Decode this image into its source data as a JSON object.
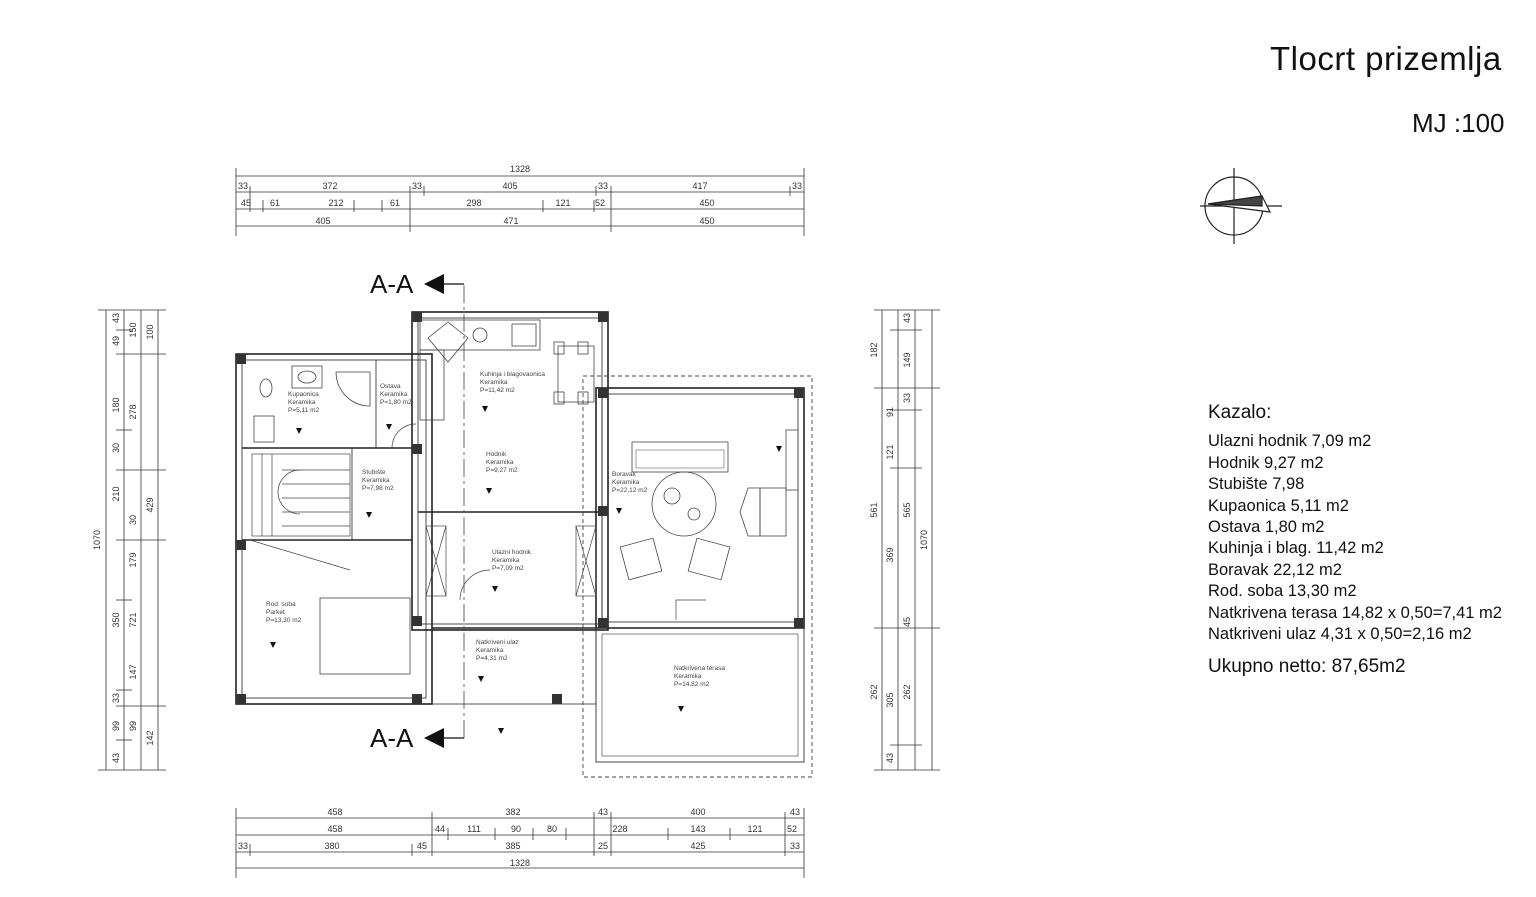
{
  "title": "Tlocrt prizemlja",
  "scale": "MJ :100",
  "section_label": "A-A",
  "legend": {
    "heading": "Kazalo:",
    "items": [
      "Ulazni hodnik 7,09 m2",
      "Hodnik 9,27 m2",
      "Stubište 7,98",
      "Kupaonica 5,11 m2",
      "Ostava 1,80 m2",
      "Kuhinja i blag. 11,42 m2",
      "Boravak 22,12 m2",
      "Rod. soba 13,30 m2",
      "Natkrivena terasa 14,82 x 0,50=7,41 m2",
      "Natkriveni ulaz 4,31 x 0,50=2,16 m2"
    ],
    "total": "Ukupno netto: 87,65m2"
  },
  "dims": {
    "top_total": "1328",
    "top_row1": [
      "33",
      "372",
      "33",
      "405",
      "33",
      "417",
      "33"
    ],
    "top_row2": [
      "45",
      "61",
      "212",
      "61",
      "298",
      "121",
      "52",
      "450"
    ],
    "top_row3": [
      "405",
      "471",
      "450"
    ],
    "bottom_row1": [
      "458",
      "382",
      "43",
      "400",
      "43"
    ],
    "bottom_row2": [
      "458",
      "44",
      "111",
      "90",
      "80",
      "228",
      "143",
      "121",
      "52"
    ],
    "bottom_row3": [
      "33",
      "380",
      "45",
      "385",
      "25",
      "425",
      "33"
    ],
    "bottom_total": "1328",
    "left_total": "1070",
    "left_row1": [
      "43",
      "49",
      "150",
      "180",
      "30",
      "210",
      "30",
      "179",
      "350",
      "147",
      "33",
      "99",
      "99",
      "43"
    ],
    "left_row2": [
      "100",
      "278",
      "429",
      "721",
      "142"
    ],
    "right_total": "1070",
    "right_row1": [
      "43",
      "149",
      "33",
      "91",
      "121",
      "565",
      "369",
      "45",
      "262",
      "305",
      "43"
    ],
    "right_row2": [
      "182",
      "561",
      "262"
    ]
  },
  "rooms": [
    {
      "name": "Kupaonica",
      "floor": "Keramika",
      "area": "P=5,11 m2"
    },
    {
      "name": "Ostava",
      "floor": "Keramika",
      "area": "P=1,80 m2"
    },
    {
      "name": "Kuhinja i blagovaonica",
      "floor": "Keramika",
      "area": "P=11,42 m2"
    },
    {
      "name": "Hodnik",
      "floor": "Keramika",
      "area": "P=9,27 m2"
    },
    {
      "name": "Stubište",
      "floor": "Keramika",
      "area": "P=7,98 m2"
    },
    {
      "name": "Boravak",
      "floor": "Keramika",
      "area": "P=22,12 m2"
    },
    {
      "name": "Ulazni hodnik",
      "floor": "Keramika",
      "area": "P=7,09 m2"
    },
    {
      "name": "Rod. soba",
      "floor": "Parket",
      "area": "P=13,30 m2"
    },
    {
      "name": "Natkriveni ulaz",
      "floor": "Keramika",
      "area": "P=4,31 m2"
    },
    {
      "name": "Natkrivena terasa",
      "floor": "Keramika",
      "area": "P=14,82 m2"
    }
  ]
}
